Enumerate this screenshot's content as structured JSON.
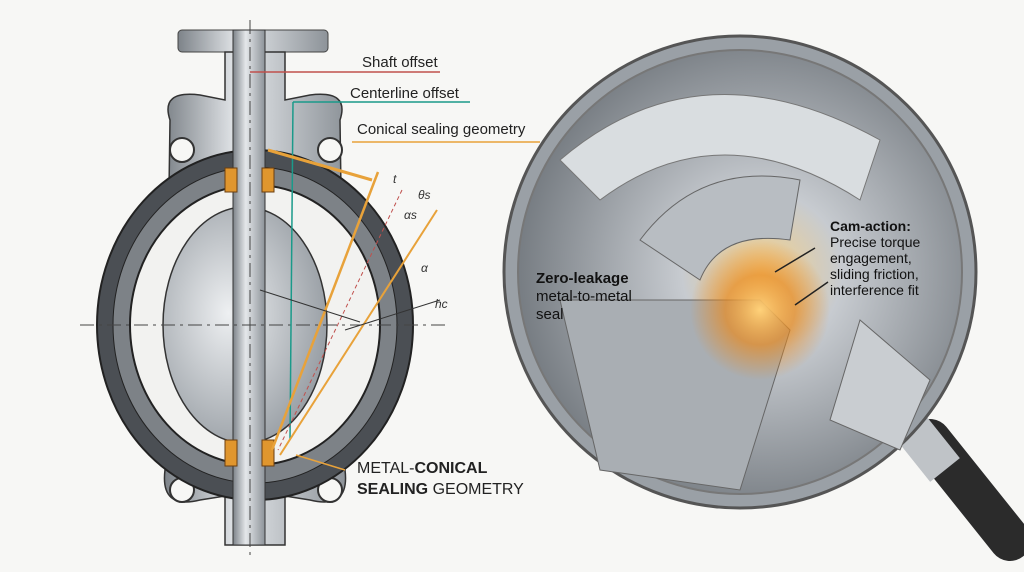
{
  "callouts": {
    "shaft_offset": "Shaft offset",
    "centerline_offset": "Centerline offset",
    "conical_sealing_geometry": "Conical sealing geometry",
    "metal_conical_line1_a": "METAL-",
    "metal_conical_line1_b": "CONICAL",
    "metal_conical_line2_a": "SEALING",
    "metal_conical_line2_b": " GEOMETRY"
  },
  "symbols": {
    "t": "t",
    "theta_s": "θs",
    "alpha_s": "αs",
    "alpha": "α",
    "h_c": "hc"
  },
  "magnifier": {
    "zero_leakage_title": "Zero-leakage",
    "zero_leakage_line1": "metal-to-metal",
    "zero_leakage_line2": "seal",
    "cam_title": "Cam-action:",
    "cam_line1": "Precise torque",
    "cam_line2": "engagement,",
    "cam_line3": "sliding friction,",
    "cam_line4": "interference fit"
  },
  "colors": {
    "accent_orange": "#e8a23a",
    "shaft_red": "#c0504d",
    "centerline_teal": "#1a9a8a"
  }
}
